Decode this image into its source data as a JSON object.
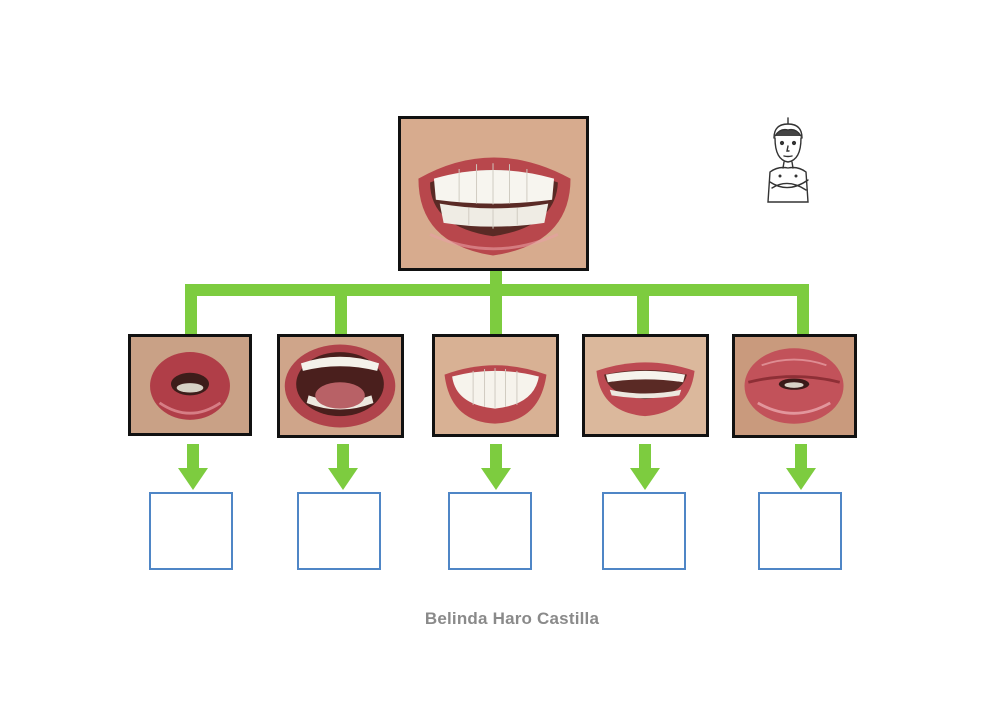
{
  "author": "Belinda Haro Castilla",
  "colors": {
    "connector": "#7dcc3f",
    "box_border": "#4f86c6",
    "photo_border": "#111111",
    "author_text": "#8a8a8a"
  },
  "images": {
    "top": "wide-smile-teeth",
    "row": [
      "rounded-lips-o",
      "wide-open-mouth",
      "smile-teeth",
      "slight-smile-teeth",
      "pursed-kiss-lips"
    ]
  },
  "decoration": "cartoon-boy-arms-crossed",
  "answer_boxes": [
    "",
    "",
    "",
    "",
    ""
  ]
}
